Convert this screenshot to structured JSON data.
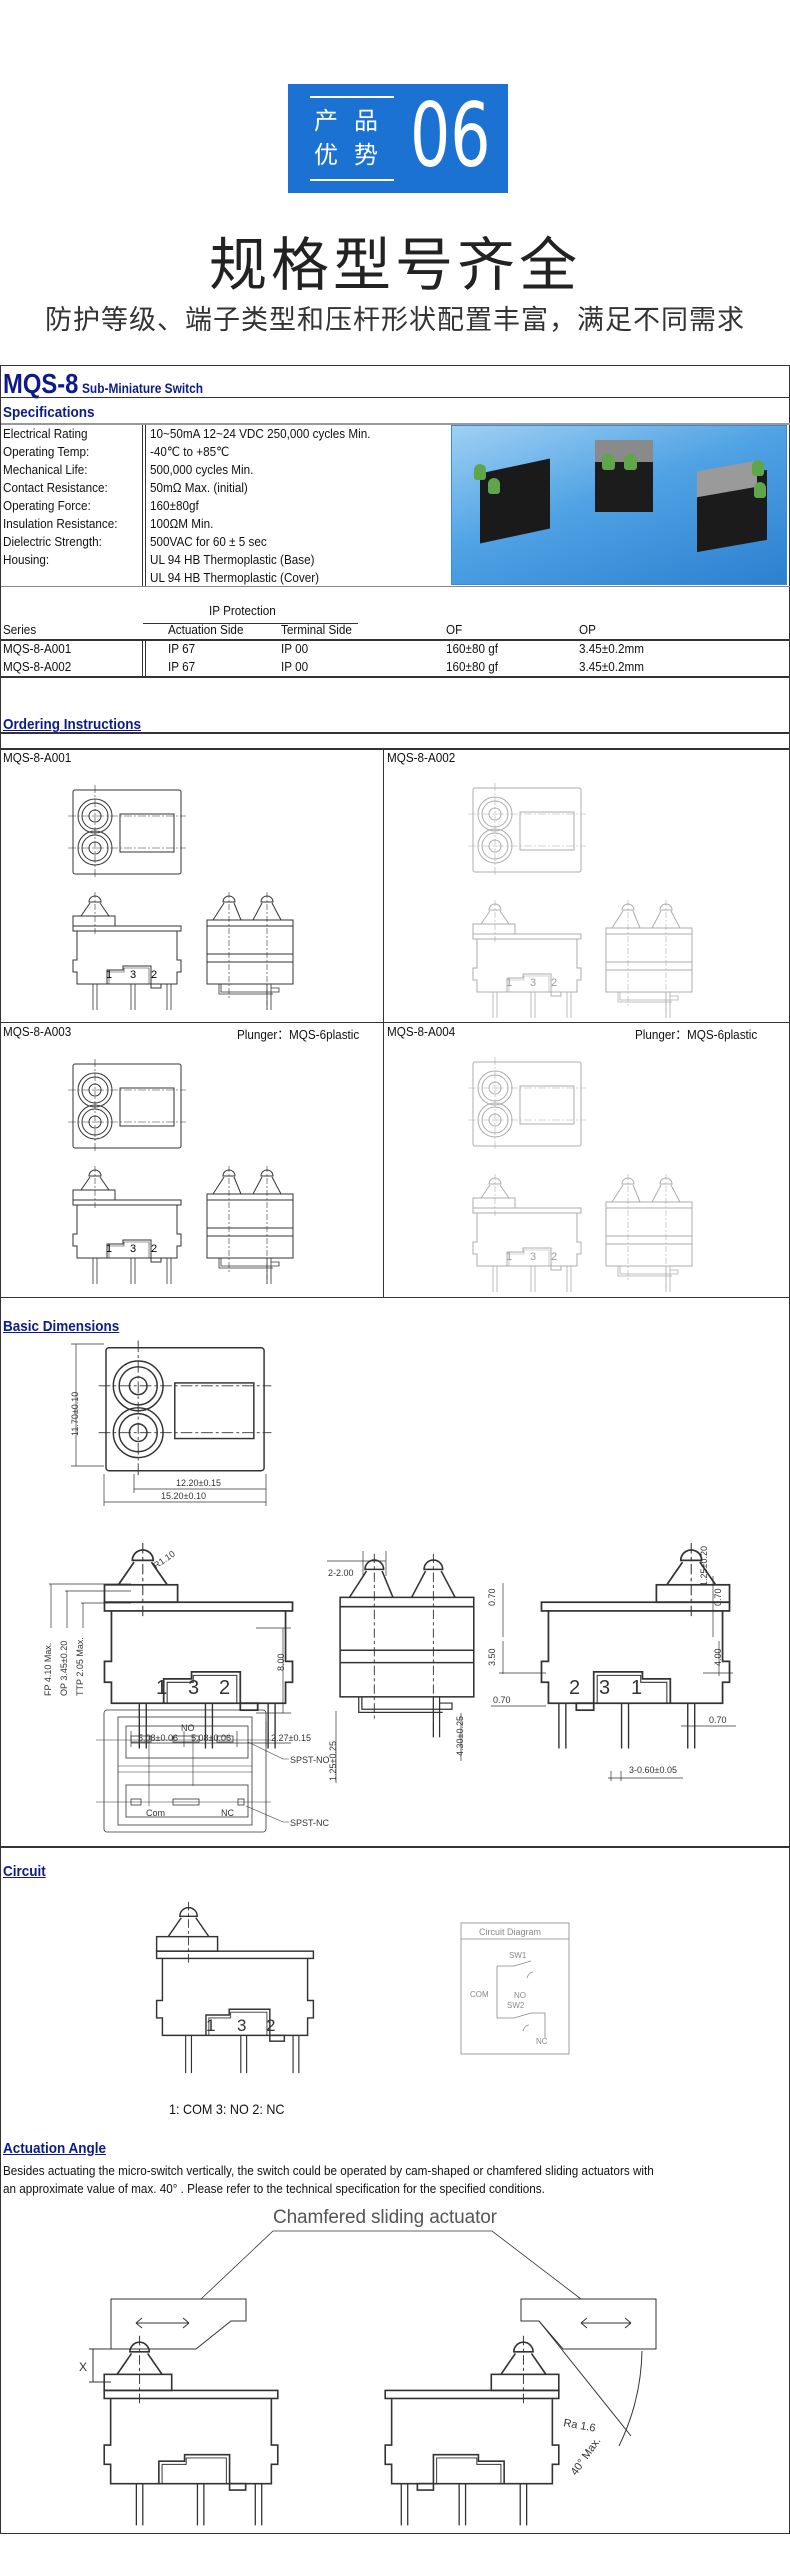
{
  "badge": {
    "line1": "产品",
    "line2": "优势",
    "number": "06"
  },
  "title": "规格型号齐全",
  "subtitle": "防护等级、端子类型和压杆形状配置丰富，满足不同需求",
  "product": {
    "model": "MQS-8",
    "name": "Sub-Miniature Switch"
  },
  "specifications": {
    "heading": "Specifications",
    "rows": [
      {
        "label": "Electrical Rating",
        "value": "10~50mA 12~24 VDC    250,000 cycles Min."
      },
      {
        "label": "Operating Temp:",
        "value": "-40℃ to +85℃"
      },
      {
        "label": "Mechanical Life:",
        "value": "500,000 cycles Min."
      },
      {
        "label": "Contact Resistance:",
        "value": "50mΩ Max. (initial)"
      },
      {
        "label": "Operating Force:",
        "value": "160±80gf"
      },
      {
        "label": "Insulation Resistance:",
        "value": "100ΩM Min."
      },
      {
        "label": "Dielectric Strength:",
        "value": "500VAC for 60 ± 5 sec"
      },
      {
        "label": "Housing:",
        "value": "UL 94 HB Thermoplastic (Base)"
      },
      {
        "label": "",
        "value": "UL 94 HB Thermoplastic (Cover)"
      }
    ]
  },
  "ip_table": {
    "group_header": "IP Protection",
    "columns": [
      "Series",
      "Actuation Side",
      "Terminal Side",
      "OF",
      "OP"
    ],
    "rows": [
      [
        "MQS-8-A001",
        "IP 67",
        "IP 00",
        "160±80 gf",
        "3.45±0.2mm"
      ],
      [
        "MQS-8-A002",
        "IP 67",
        "IP 00",
        "160±80 gf",
        "3.45±0.2mm"
      ]
    ]
  },
  "ordering": {
    "heading": "Ordering Instructions",
    "cells": [
      {
        "model": "MQS-8-A001",
        "note": ""
      },
      {
        "model": "MQS-8-A002",
        "note": ""
      },
      {
        "model": "MQS-8-A003",
        "note": "Plunger：MQS-6plastic"
      },
      {
        "model": "MQS-8-A004",
        "note": "Plunger：MQS-6plastic"
      }
    ]
  },
  "terminals": {
    "t1": "1",
    "t3": "3",
    "t2": "2"
  },
  "dimensions": {
    "heading": "Basic Dimensions",
    "height": "11.70±0.10",
    "pitch_width": "12.20±0.15",
    "width": "15.20±0.10",
    "radius": "R1.10",
    "fp": "FP  4.10 Max.",
    "op": "OP  3.45±0.20",
    "ttp": "TTP  2.05 Max.",
    "body_height": "8.00",
    "pin_pitch_1": "5.08±0.06",
    "pin_pitch_2": "5.08±0.06",
    "pin_offset": "2.27±0.15",
    "plunger_pitch": "2-2.00",
    "pin_drop": "1.25±0.25",
    "pin_length": "4.30±0.25",
    "plunger_height": "1.25±0.20",
    "cap_a": "0.70",
    "cap_b": "0.70",
    "side_a": "3.50",
    "side_b": "4.00",
    "gap_a": "0.70",
    "gap_b": "0.70",
    "pin_width": "3-0.60±0.05",
    "no_label": "NO",
    "com_label": "Com",
    "nc_label": "NC",
    "spst_no": "SPST-NO",
    "spst_nc": "SPST-NC"
  },
  "circuit": {
    "heading": "Circuit",
    "diagram_title": "Circuit Diagram",
    "sw1": "SW1",
    "sw2": "SW2",
    "com": "COM",
    "no": "NO",
    "nc": "NC",
    "legend": "1: COM   3: NO  2: NC"
  },
  "actuation": {
    "heading": "Actuation Angle",
    "text_line1": "Besides actuating the micro-switch vertically, the switch could be operated by cam-shaped or chamfered sliding actuators with",
    "text_line2": "an approximate value of max. 40°  . Please refer to the technical specification for the specified conditions.",
    "callout": "Chamfered sliding actuator",
    "x_label": "X",
    "roughness": "Ra 1.6",
    "angle": "40° Max."
  },
  "colors": {
    "badge_blue": "#1b72d3",
    "heading_navy": "#0d1a8a"
  }
}
